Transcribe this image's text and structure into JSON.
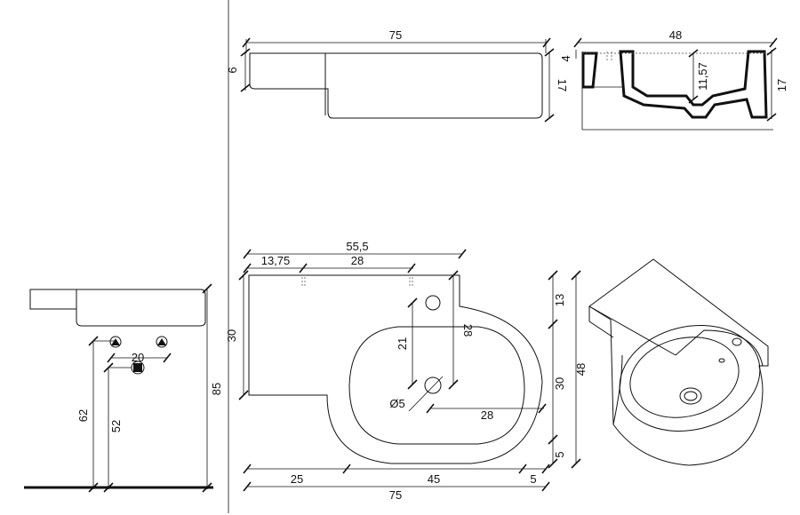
{
  "dimensions": {
    "top_width": "75",
    "top_height_left": "6",
    "top_height_right": "17",
    "section_width": "48",
    "section_rim": "4",
    "section_depth": "11,57",
    "section_height": "17",
    "plan_left_width": "55,5",
    "plan_offset": "13,75",
    "plan_holes_spacing": "28",
    "plan_left_depth": "30",
    "plan_tap_offset_y": "21",
    "plan_tap_to_drain_y": "28",
    "plan_drain_dia": "Ø5",
    "plan_drain_to_edge": "28",
    "plan_right_top": "13",
    "plan_right_mid": "30",
    "plan_right_total": "48",
    "plan_right_bottom": "5",
    "plan_bottom_a": "25",
    "plan_bottom_b": "45",
    "plan_bottom_c": "5",
    "plan_bottom_total": "75",
    "side_supply_spacing": "20",
    "side_supply_height": "62",
    "side_drain_height": "52",
    "side_total_height": "85"
  }
}
